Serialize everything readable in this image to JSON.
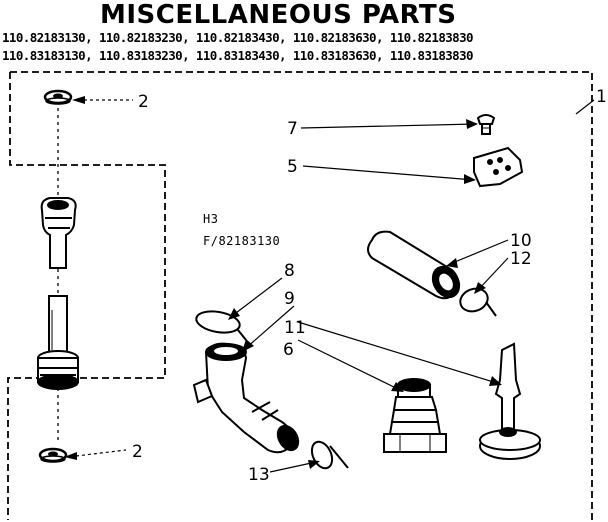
{
  "title": "MISCELLANEOUS PARTS",
  "model_rows": [
    "110.82183130, 110.82183230, 110.82183430, 110.82183630, 110.82183830",
    "110.83183130, 110.83183230, 110.83183430, 110.83183630, 110.83183830"
  ],
  "reference_code": [
    "H3",
    "F/82183130"
  ],
  "callouts": {
    "c1": "1",
    "c2_top": "2",
    "c2_bottom": "2",
    "c5": "5",
    "c6": "6",
    "c7": "7",
    "c8": "8",
    "c9": "9",
    "c10": "10",
    "c11": "11",
    "c12": "12",
    "c13": "13"
  }
}
